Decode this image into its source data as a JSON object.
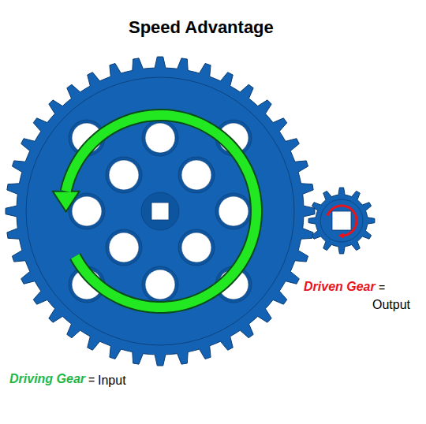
{
  "diagram": {
    "title": "Speed Advantage",
    "labels": [
      "Driven Gear",
      "=",
      "Output",
      "Driving Gear",
      "=",
      "Input"
    ]
  }
}
